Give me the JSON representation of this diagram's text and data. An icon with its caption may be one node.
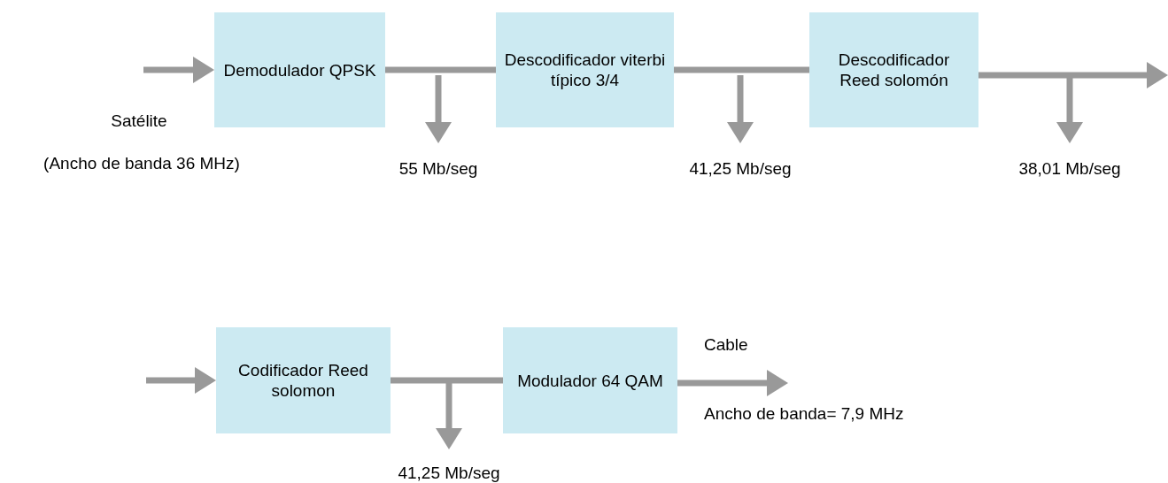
{
  "diagram": {
    "nodes": [
      {
        "text": [
          "Demodulador QPSK"
        ]
      },
      {
        "text": [
          "Descodificador viterbi típico 3/4"
        ]
      },
      {
        "text": [
          "Descodificador Reed solomón"
        ]
      },
      {
        "text": [
          "55 Mb/seg"
        ]
      },
      {
        "text": [
          "41,25 Mb/seg"
        ]
      },
      {
        "text": [
          "38,01 Mb/seg"
        ]
      },
      {
        "text": [
          "Codificador Reed solomon"
        ]
      },
      {
        "text": [
          "Modulador 64 QAM"
        ]
      },
      {
        "text": [
          "41,25 Mb/seg"
        ]
      }
    ],
    "edges": [
      {
        "from": null,
        "to": 0,
        "arrow": "to"
      },
      {
        "from": 0,
        "to": 1,
        "arrow": "none"
      },
      {
        "from": 1,
        "to": 2,
        "arrow": "none"
      },
      {
        "from": 2,
        "to": null,
        "arrow": "to"
      },
      {
        "from": null,
        "to": 3,
        "arrow": "to"
      },
      {
        "from": null,
        "to": 4,
        "arrow": "to"
      },
      {
        "from": null,
        "to": 5,
        "arrow": "to"
      },
      {
        "from": null,
        "to": 6,
        "arrow": "to"
      },
      {
        "from": 6,
        "to": 7,
        "arrow": "none"
      },
      {
        "from": 7,
        "to": null,
        "arrow": "to"
      },
      {
        "from": null,
        "to": 8,
        "arrow": "to"
      }
    ],
    "labels": [
      "Satélite",
      "(Ancho de banda 36 MHz)",
      "Cable",
      "Ancho de banda= 7,9 MHz"
    ]
  }
}
